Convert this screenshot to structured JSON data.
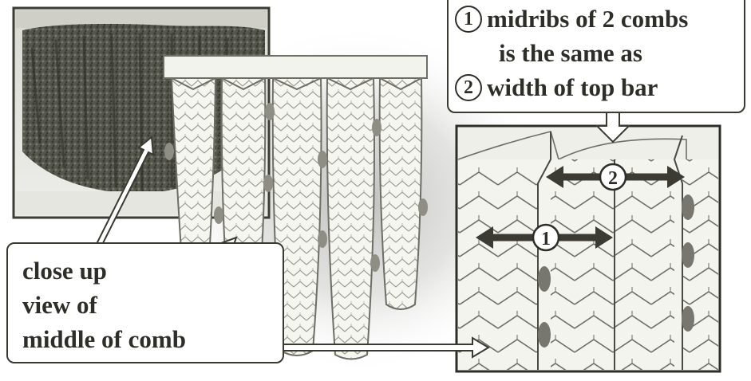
{
  "callout_left": {
    "line1": "close up",
    "line2": "view of",
    "line3": "middle of comb"
  },
  "callout_top": {
    "marker1": "1",
    "line1": "midribs of 2 combs",
    "line2": "is the same as",
    "marker2": "2",
    "line3": "width of top bar"
  },
  "detail": {
    "marker1": "1",
    "marker2": "2"
  }
}
